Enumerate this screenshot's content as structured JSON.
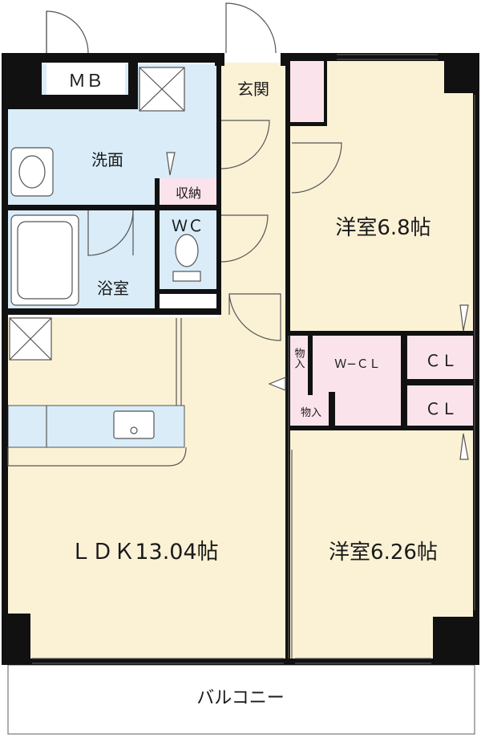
{
  "floorplan": {
    "rooms": {
      "mb": "ＭＢ",
      "entrance": "玄関",
      "washroom": "洗面",
      "storage": "収納",
      "wc": "ＷＣ",
      "bathroom": "浴室",
      "western_room_1": "洋室6.8帖",
      "walk_in_closet": "Ｗ−ＣＬ",
      "closet_1": "ＣＬ",
      "closet_2": "ＣＬ",
      "storage_small_1": "物入",
      "storage_small_2": "物入",
      "ldk": "ＬＤＫ13.04帖",
      "western_room_2": "洋室6.26帖",
      "balcony": "バルコニー"
    },
    "colors": {
      "wall": "#111111",
      "living_floor": "#fbf2d6",
      "wet_area": "#d9ecf8",
      "storage": "#fbe3ec",
      "outline": "#555555"
    }
  }
}
